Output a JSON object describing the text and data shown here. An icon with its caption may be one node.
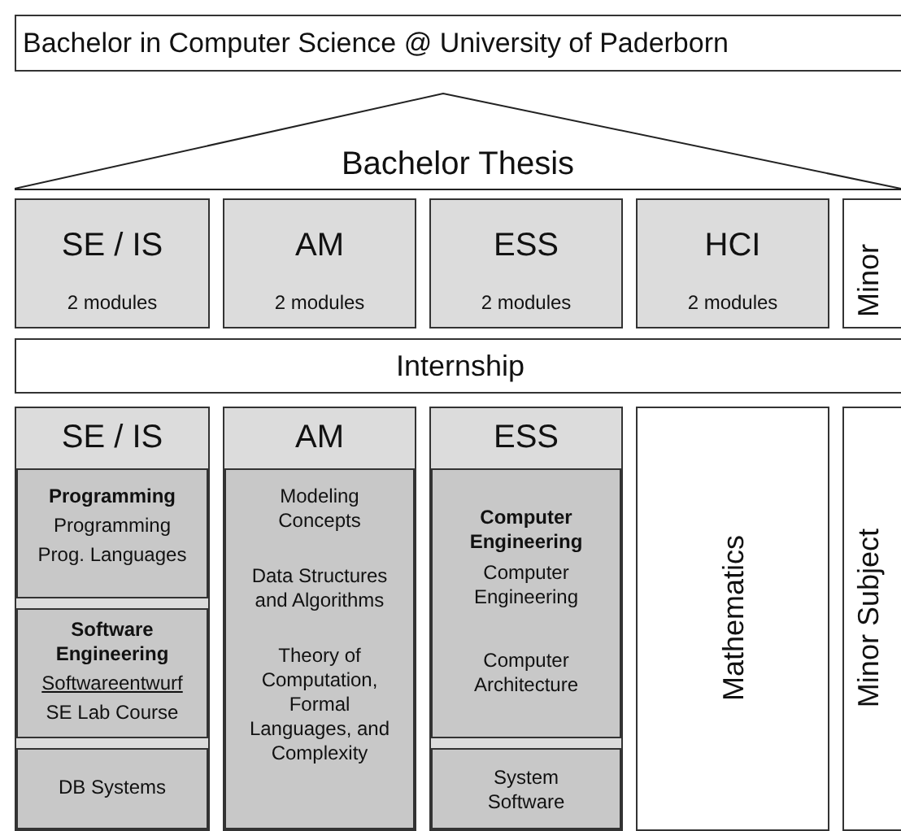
{
  "diagram": {
    "nodes": [
      {
        "text": [
          "Bachelor in Computer Science @ University of Paderborn"
        ]
      },
      {
        "text": [
          "Bachelor Thesis"
        ]
      },
      {
        "text": [
          "SE / IS",
          "2 modules"
        ]
      },
      {
        "text": [
          "AM",
          "2 modules"
        ]
      },
      {
        "text": [
          "ESS",
          "2 modules"
        ]
      },
      {
        "text": [
          "HCI",
          "2 modules"
        ]
      },
      {
        "text": [
          "Minor"
        ]
      },
      {
        "text": [
          "Internship"
        ]
      },
      {
        "text": [
          "SE / IS"
        ]
      },
      {
        "text": [
          "Programming",
          "Programming",
          "Prog. Languages"
        ],
        "in": 8
      },
      {
        "text": [
          "Software Engineering",
          "Softwareentwurf",
          "SE Lab Course"
        ],
        "in": 8
      },
      {
        "text": [
          "DB Systems"
        ],
        "in": 8
      },
      {
        "text": [
          "AM"
        ]
      },
      {
        "text": [
          "Modeling Concepts",
          "Data Structures and Algorithms",
          "Theory of Computation, Formal Languages, and Complexity"
        ],
        "in": 12
      },
      {
        "text": [
          "ESS"
        ]
      },
      {
        "text": [
          "Computer Engineering",
          "Computer Engineering",
          "Computer Architecture"
        ],
        "in": 14
      },
      {
        "text": [
          "System Software"
        ],
        "in": 14
      },
      {
        "text": [
          "Mathematics"
        ]
      },
      {
        "text": [
          "Minor Subject"
        ]
      }
    ]
  }
}
